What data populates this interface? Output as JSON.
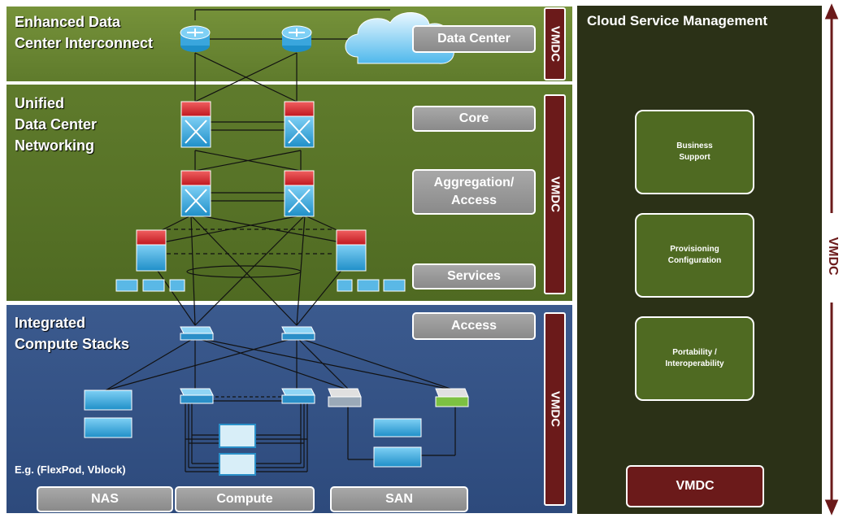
{
  "bands": {
    "dci": {
      "title": "Enhanced Data\nCenter Interconnect"
    },
    "udcn": {
      "title": "Unified\nData Center\nNetworking"
    },
    "ics": {
      "title": "Integrated\nCompute Stacks"
    }
  },
  "layer_labels": {
    "data_center": "Data Center",
    "core": "Core",
    "aggregation_access": "Aggregation/\nAccess",
    "services": "Services",
    "access": "Access",
    "nas": "NAS",
    "compute": "Compute",
    "san": "SAN"
  },
  "example_text": "E.g. (FlexPod, Vblock)",
  "vmdc_labels": {
    "dci": "VMDC",
    "udcn": "VMDC",
    "ics": "VMDC",
    "right_side": "VMDC"
  },
  "cloud_service_management": {
    "title": "Cloud Service Management",
    "boxes": [
      "Business\nSupport",
      "Provisioning\nConfiguration",
      "Portability /\nInteroperability"
    ],
    "vmdc_box": "VMDC"
  },
  "colors": {
    "dci_band": "#6a8a33",
    "udcn_band": "#56722a",
    "ics_band": "#35528a",
    "csm_panel": "#2b3117",
    "vmdc_accent": "#6b1a1a",
    "gray_label": "#999999"
  }
}
